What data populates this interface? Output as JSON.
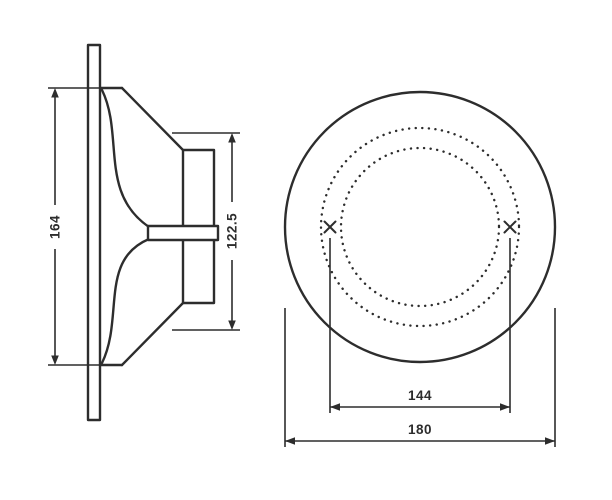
{
  "labels": {
    "side_overall_height": "164",
    "side_inner_height": "122.5",
    "front_hole_spacing": "144",
    "front_outer_diameter": "180"
  },
  "colors": {
    "line": "#2d2d2d",
    "background": "#ffffff"
  }
}
